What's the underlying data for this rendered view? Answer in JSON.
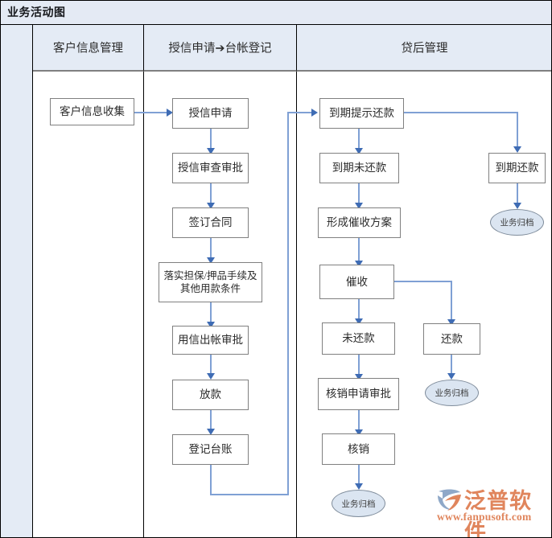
{
  "title": "业务活动图",
  "lanes": [
    {
      "label": "客户信息管理"
    },
    {
      "label": "授信申请➔台帐登记"
    },
    {
      "label": "贷后管理"
    }
  ],
  "nodes": {
    "customer_info_collect": "客户信息收集",
    "credit_apply": "授信申请",
    "credit_review": "授信审查审批",
    "sign_contract": "签订合同",
    "guarantee": "落实担保/押品手续及其他用款条件",
    "use_credit_approval": "用信出帐审批",
    "disburse": "放款",
    "register_ledger": "登记台账",
    "due_remind_repay": "到期提示还款",
    "due_unpaid": "到期未还款",
    "form_collection_plan": "形成催收方案",
    "collection": "催收",
    "unpaid": "未还款",
    "writeoff_apply": "核销申请审批",
    "writeoff": "核销",
    "due_repay": "到期还款",
    "repay": "还款",
    "archive_1": "业务归档",
    "archive_2": "业务归档",
    "archive_3": "业务归档"
  },
  "logo": {
    "name": "泛普软件",
    "url": "www.fanpusoft.com"
  },
  "colors": {
    "header_fill": "#e4ebf5",
    "node_border": "#808080",
    "connector": "#7fa0d4",
    "arrow": "#3f6cb4",
    "oval_fill": "#dbe5f1",
    "logo_orange": "#e0855c"
  }
}
